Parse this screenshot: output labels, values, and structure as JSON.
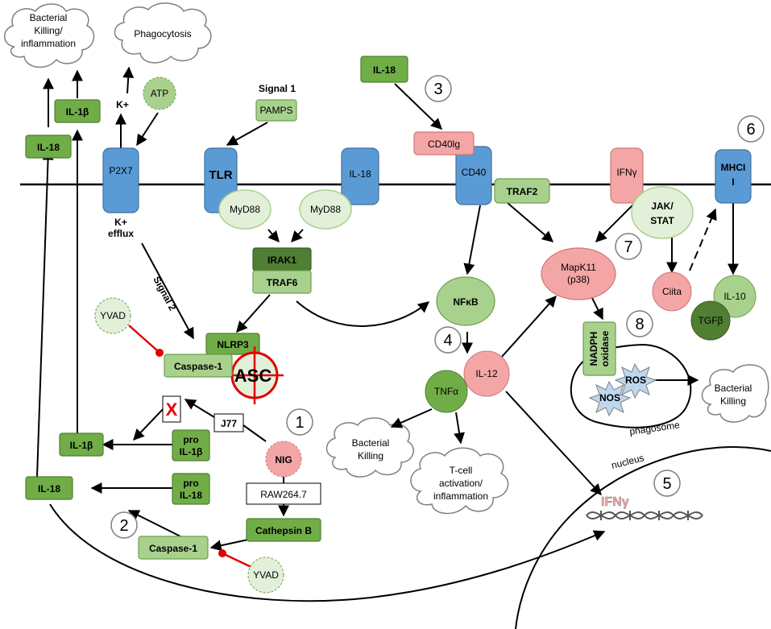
{
  "colors": {
    "receptor_blue": "#5b9bd5",
    "dark_green": "#70ad47",
    "light_green": "#a9d18e",
    "pale_green": "#e2f0d9",
    "pink": "#f4a6a6",
    "inhibitor_red": "#e00000"
  },
  "membrane": {
    "receptors": {
      "p2x7": "P2X7",
      "tlr": "TLR",
      "il18": "IL-18",
      "cd40": "CD40",
      "ifng": "IFNγ",
      "mhc_a": "MHCI",
      "mhc_b": "I"
    },
    "adaptors": {
      "myd88_a": "MyD88",
      "myd88_b": "MyD88",
      "traf2": "TRAF2",
      "jak_a": "JAK/",
      "jak_b": "STAT"
    }
  },
  "clouds": {
    "bacterial_killing_inflammation": [
      "Bacterial",
      "Killing/",
      "inflammation"
    ],
    "phagocytosis": [
      "Phagocytosis"
    ],
    "bacterial_killing_mid": [
      "Bacterial",
      "Killing"
    ],
    "tcell": [
      "T-cell",
      "activation/",
      "inflammation"
    ],
    "bacterial_killing_right": [
      "Bacterial",
      "Killing"
    ]
  },
  "left_column": {
    "il18_top": "IL-18",
    "il1b_top": "IL-1β",
    "kplus": "K+",
    "atp": "ATP",
    "kefflux_a": "K+",
    "kefflux_b": "efflux",
    "signal2": "Signal 2",
    "il1b_bottom": "IL-1β",
    "il18_bottom": "IL-18",
    "pro_il1b_a": "pro",
    "pro_il1b_b": "IL-1β",
    "pro_il18_a": "pro",
    "pro_il18_b": "IL-18"
  },
  "inflammasome": {
    "yvad_top": "YVAD",
    "nlrp3": "NLRP3",
    "caspase1_top": "Caspase-1",
    "asc": "ASC",
    "x_mark": "X",
    "j77": "J77",
    "nig": "NIG",
    "raw": "RAW264.7",
    "cathepsin": "Cathepsin B",
    "caspase1_bottom": "Caspase-1",
    "yvad_bottom": "YVAD"
  },
  "tlr_path": {
    "signal1": "Signal 1",
    "pamps": "PAMPS",
    "irak1": "IRAK1",
    "traf6": "TRAF6"
  },
  "cd40_path": {
    "il18": "IL-18",
    "cd40lg": "CD40lg",
    "nfkb": "NFκB",
    "il12": "IL-12",
    "tnfa": "TNFα",
    "mapk_a": "MapK11",
    "mapk_b": "(p38)"
  },
  "right_side": {
    "ciita": "Ciita",
    "il10": "IL-10",
    "tgfb": "TGFβ",
    "nadph_a": "NADPH",
    "nadph_b": "oxidase",
    "ros": "ROS",
    "nos": "NOS",
    "phagosome": "phagosome",
    "nucleus": "nucleus",
    "ifng_gene": "IFNγ"
  },
  "step_numbers": [
    "1",
    "2",
    "3",
    "4",
    "5",
    "6",
    "7",
    "8"
  ]
}
